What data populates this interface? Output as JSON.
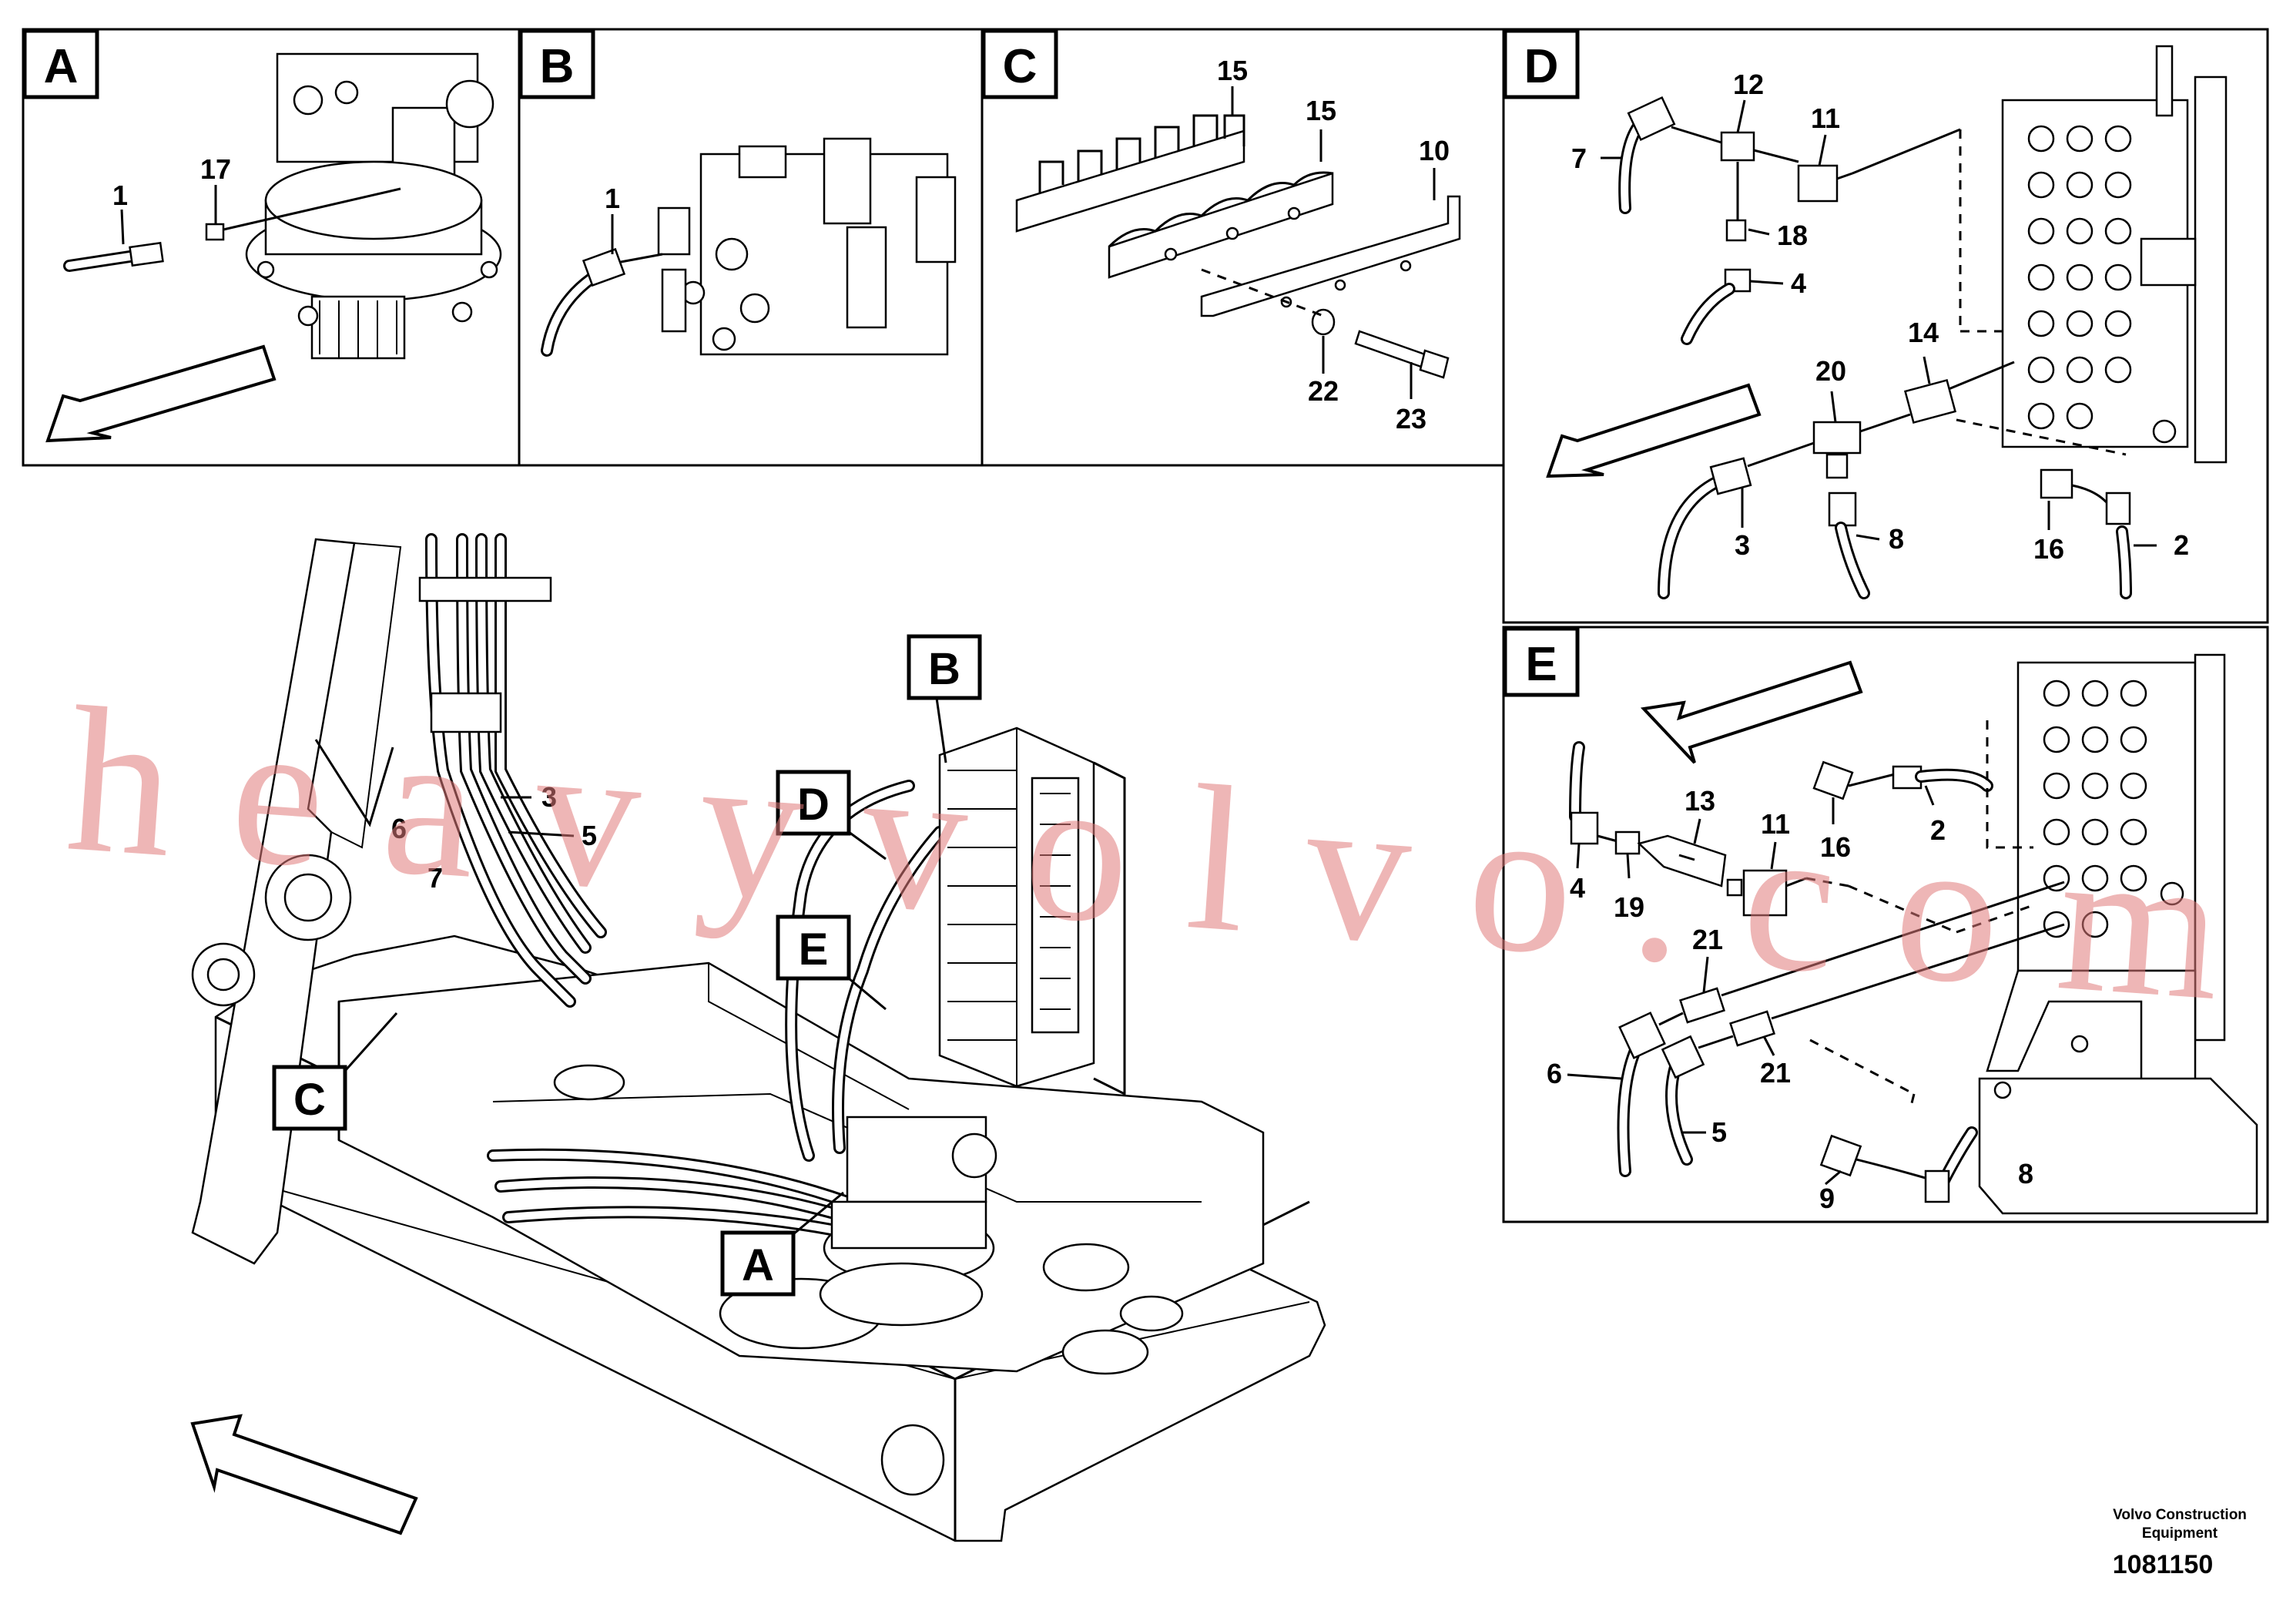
{
  "panels": {
    "A": {
      "letter": "A",
      "labels": [
        "1",
        "17"
      ]
    },
    "B": {
      "letter": "B",
      "labels": [
        "1"
      ]
    },
    "C": {
      "letter": "C",
      "labels": [
        "15",
        "15",
        "10",
        "22",
        "23"
      ]
    },
    "D": {
      "letter": "D",
      "labels": [
        "7",
        "12",
        "11",
        "18",
        "4",
        "14",
        "20",
        "3",
        "8",
        "16",
        "2"
      ]
    },
    "E": {
      "letter": "E",
      "labels": [
        "13",
        "11",
        "4",
        "19",
        "16",
        "2",
        "21",
        "21",
        "6",
        "5",
        "9",
        "8"
      ]
    }
  },
  "main": {
    "callouts": [
      "B",
      "D",
      "E",
      "C",
      "A"
    ],
    "labels": [
      "3",
      "5",
      "6",
      "7"
    ]
  },
  "watermark": "heavyvolvo.com",
  "footer": {
    "brand_line1": "Volvo Construction",
    "brand_line2": "Equipment",
    "doc_number": "1081150"
  }
}
